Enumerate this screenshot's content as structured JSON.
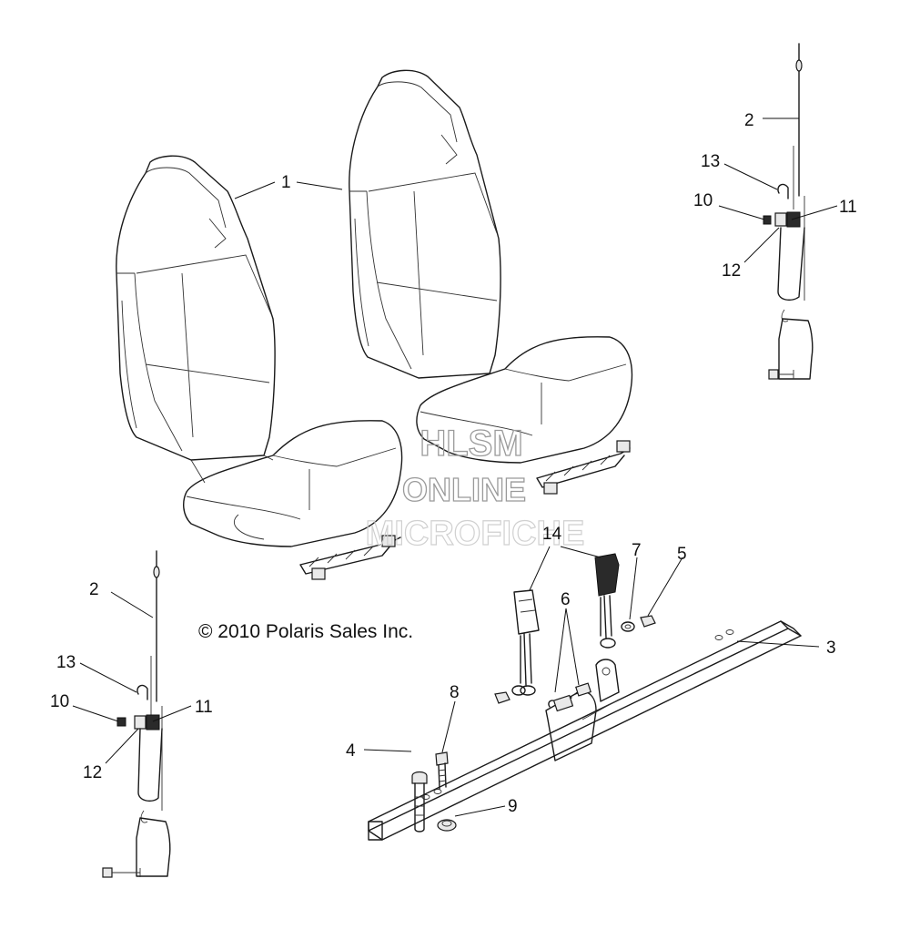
{
  "callouts": {
    "c1": "1",
    "c2_top": "2",
    "c2_left": "2",
    "c3": "3",
    "c4": "4",
    "c5": "5",
    "c6": "6",
    "c7": "7",
    "c8": "8",
    "c9": "9",
    "c10_top": "10",
    "c10_left": "10",
    "c11_top": "11",
    "c11_left": "11",
    "c12_top": "12",
    "c12_left": "12",
    "c13_top": "13",
    "c13_left": "13",
    "c14": "14"
  },
  "copyright": "© 2010 Polaris Sales Inc.",
  "watermark": {
    "line1": "HLSM",
    "line2": "ONLINE",
    "line3": "MICROFICHE"
  }
}
